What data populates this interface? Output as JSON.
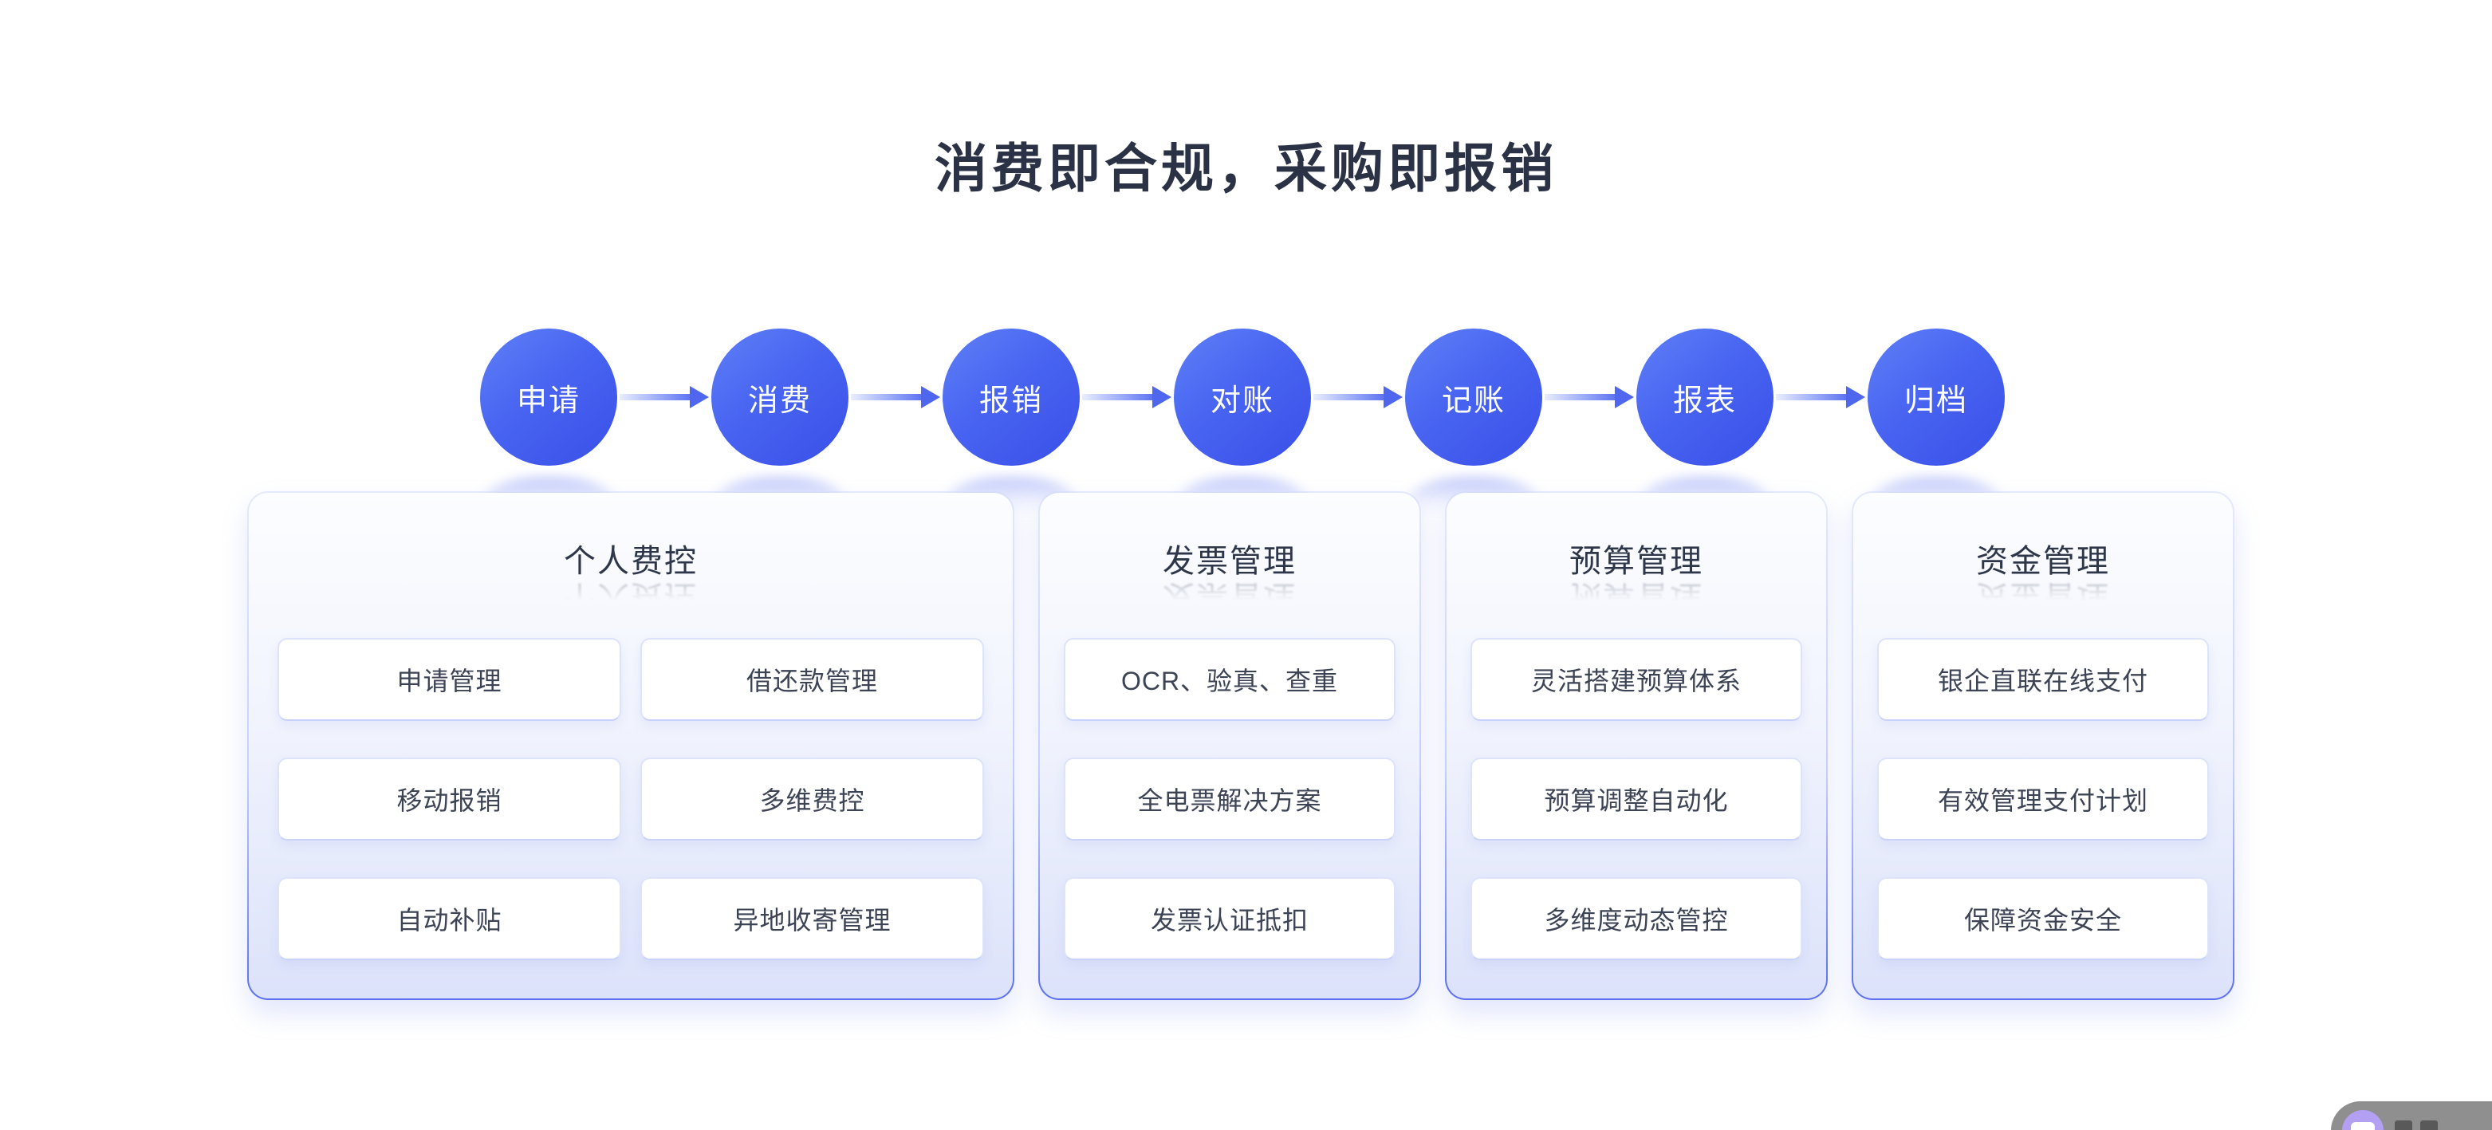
{
  "page": {
    "title": "消费即合规，采购即报销"
  },
  "flow": {
    "steps": [
      "申请",
      "消费",
      "报销",
      "对账",
      "记账",
      "报表",
      "归档"
    ]
  },
  "cards": [
    {
      "title": "个人费控",
      "columns": 2,
      "items": [
        "申请管理",
        "借还款管理",
        "移动报销",
        "多维费控",
        "自动补贴",
        "异地收寄管理"
      ]
    },
    {
      "title": "发票管理",
      "columns": 1,
      "items": [
        "OCR、验真、查重",
        "全电票解决方案",
        "发票认证抵扣"
      ]
    },
    {
      "title": "预算管理",
      "columns": 1,
      "items": [
        "灵活搭建预算体系",
        "预算调整自动化",
        "多维度动态管控"
      ]
    },
    {
      "title": "资金管理",
      "columns": 1,
      "items": [
        "银企直联在线支付",
        "有效管理支付计划",
        "保障资金安全"
      ]
    }
  ],
  "colors": {
    "title_text": "#2b3245",
    "step_circle_top": "#5f80f7",
    "step_circle_bottom": "#3a4fe8",
    "arrow": "#4f66ef",
    "card_border_bottom": "#5b6ff0",
    "card_bg_bottom": "#dce2fa",
    "tile_bg": "#ffffff",
    "tile_text": "#3c4355",
    "watermark_pill": "#8f8f8f",
    "watermark_icon": "#b4a0f2"
  },
  "watermark": {
    "icon": "purple-app-badge-icon"
  }
}
